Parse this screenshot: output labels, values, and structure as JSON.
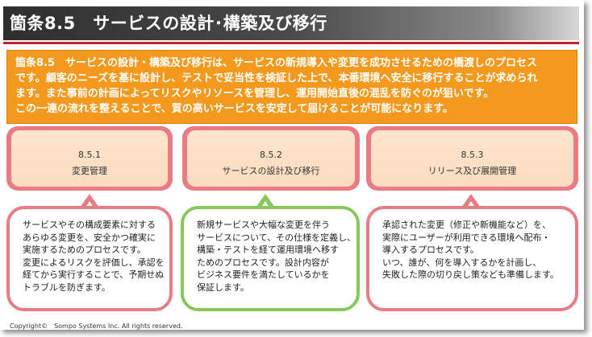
{
  "slide": {
    "title": "箇条8.5　サービスの設計･構築及び移行",
    "intro_lines": [
      "箇条8.5　サービスの設計・構築及び移行は、サービスの新規導入や変更を成功させるための橋渡しのプロセス",
      "です。顧客のニーズを基に設計し、テストで妥当性を検証した上で、本番環境へ安全に移行することが求められ",
      "ます。また事前の計画によってリスクやリソースを管理し、運用開始直後の混乱を防ぐのが狙いです。",
      "この一連の流れを整えることで、質の高いサービスを安定して届けることが可能になります。"
    ],
    "sections": [
      {
        "number": "8.5.1",
        "title": "変更管理",
        "lines": [
          "サービスやその構成要素に対する",
          "あらゆる変更を、安全かつ確実に",
          "実施するためのプロセスです。",
          "変更によるリスクを評価し、承認を",
          "経てから実行することで、予期せぬ",
          "トラブルを防ぎます。"
        ]
      },
      {
        "number": "8.5.2",
        "title": "サービスの設計及び移行",
        "lines": [
          "新規サービスや大幅な変更を伴う",
          "サービスについて、その仕様を定義し、",
          "構築・テストを経て運用環境へ移す",
          "ためのプロセスです。設計内容が",
          "ビジネス要件を満たしているかを",
          "保証します。"
        ]
      },
      {
        "number": "8.5.3",
        "title": "リリース及び展開管理",
        "lines": [
          "承認された変更（修正や新機能など）を、",
          "実際にユーザーが利用できる環境へ配布・",
          "導入するプロセスです。",
          "いつ、誰が、何を導入するかを計画し、",
          "失敗した際の切り戻し策なども準備します。"
        ]
      }
    ],
    "copyright": "Copyright©　Sompo Systems Inc. All rights reserved."
  },
  "colors": {
    "title_bar": "#2e2e2e",
    "accent_line": "#c8202a",
    "intro_bg": "#f39a1e",
    "header_border": "#ea7b84",
    "header_fill": "#fde4cc",
    "highlight_border": "#88c85a"
  }
}
